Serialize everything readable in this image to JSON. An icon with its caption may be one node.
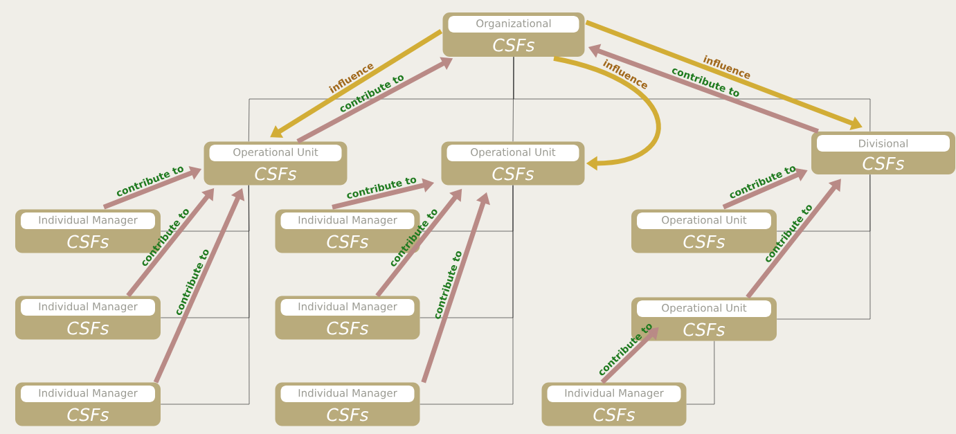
{
  "diagram": {
    "nodes": [
      {
        "text": [
          "Organizational",
          "CSFs"
        ]
      },
      {
        "text": [
          "Operational Unit",
          "CSFs"
        ]
      },
      {
        "text": [
          "Operational Unit",
          "CSFs"
        ]
      },
      {
        "text": [
          "Divisional",
          "CSFs"
        ]
      },
      {
        "text": [
          "Individual Manager",
          "CSFs"
        ]
      },
      {
        "text": [
          "Individual Manager",
          "CSFs"
        ]
      },
      {
        "text": [
          "Individual Manager",
          "CSFs"
        ]
      },
      {
        "text": [
          "Individual Manager",
          "CSFs"
        ]
      },
      {
        "text": [
          "Individual Manager",
          "CSFs"
        ]
      },
      {
        "text": [
          "Individual Manager",
          "CSFs"
        ]
      },
      {
        "text": [
          "Operational Unit",
          "CSFs"
        ]
      },
      {
        "text": [
          "Operational Unit",
          "CSFs"
        ]
      },
      {
        "text": [
          "Individual Manager",
          "CSFs"
        ]
      }
    ],
    "edges": [
      {
        "from": 0,
        "to": 1,
        "arrow": "none"
      },
      {
        "from": 0,
        "to": 2,
        "arrow": "none"
      },
      {
        "from": 0,
        "to": 3,
        "arrow": "none"
      },
      {
        "from": 1,
        "to": 4,
        "arrow": "none"
      },
      {
        "from": 1,
        "to": 5,
        "arrow": "none"
      },
      {
        "from": 1,
        "to": 6,
        "arrow": "none"
      },
      {
        "from": 2,
        "to": 7,
        "arrow": "none"
      },
      {
        "from": 2,
        "to": 8,
        "arrow": "none"
      },
      {
        "from": 2,
        "to": 9,
        "arrow": "none"
      },
      {
        "from": 3,
        "to": 10,
        "arrow": "none"
      },
      {
        "from": 3,
        "to": 11,
        "arrow": "none"
      },
      {
        "from": 11,
        "to": 12,
        "arrow": "none"
      },
      {
        "from": 0,
        "to": 1,
        "arrow": "to",
        "label": "influence",
        "color": "#d2ad36"
      },
      {
        "from": 0,
        "to": 2,
        "arrow": "to",
        "label": "influence",
        "color": "#d2ad36"
      },
      {
        "from": 0,
        "to": 3,
        "arrow": "to",
        "label": "influence",
        "color": "#d2ad36"
      },
      {
        "from": 1,
        "to": 0,
        "arrow": "to",
        "label": "contribute to",
        "color": "#b98a86"
      },
      {
        "from": 3,
        "to": 0,
        "arrow": "to",
        "label": "contribute to",
        "color": "#b98a86"
      },
      {
        "from": 4,
        "to": 1,
        "arrow": "to",
        "label": "contribute to",
        "color": "#b98a86"
      },
      {
        "from": 5,
        "to": 1,
        "arrow": "to",
        "label": "contribute to",
        "color": "#b98a86"
      },
      {
        "from": 6,
        "to": 1,
        "arrow": "to",
        "label": "contribute to",
        "color": "#b98a86"
      },
      {
        "from": 7,
        "to": 2,
        "arrow": "to",
        "label": "contribute to",
        "color": "#b98a86"
      },
      {
        "from": 8,
        "to": 2,
        "arrow": "to",
        "label": "contribute to",
        "color": "#b98a86"
      },
      {
        "from": 9,
        "to": 2,
        "arrow": "to",
        "label": "contribute to",
        "color": "#b98a86"
      },
      {
        "from": 10,
        "to": 3,
        "arrow": "to",
        "label": "contribute to",
        "color": "#b98a86"
      },
      {
        "from": 11,
        "to": 3,
        "arrow": "to",
        "label": "contribute to",
        "color": "#b98a86"
      },
      {
        "from": 12,
        "to": 11,
        "arrow": "to",
        "label": "contribute to",
        "color": "#b98a86"
      }
    ]
  }
}
